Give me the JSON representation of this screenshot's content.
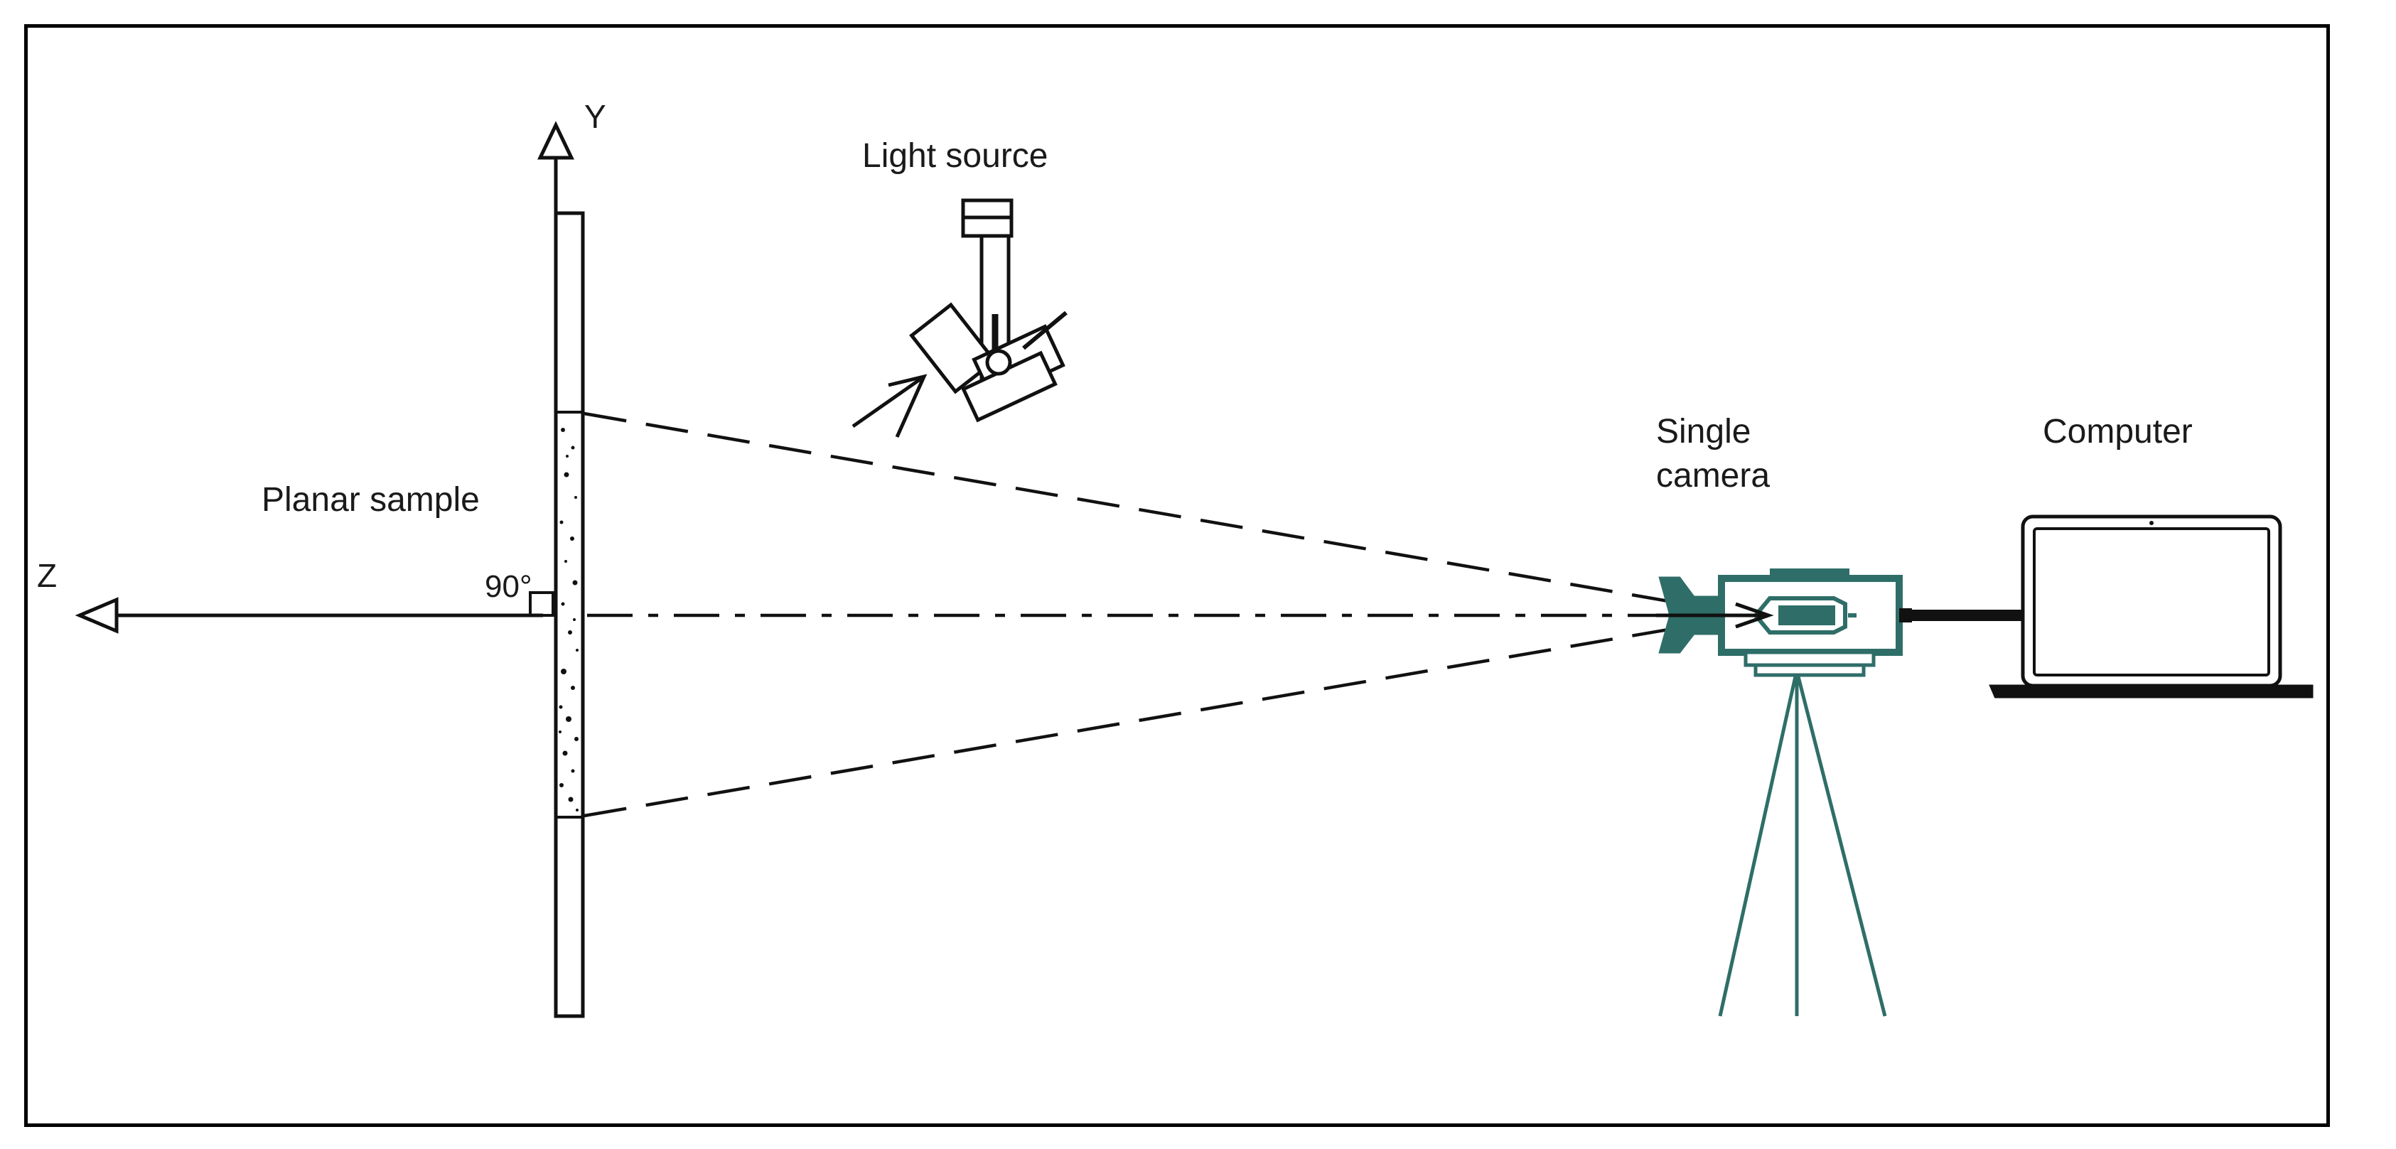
{
  "labels": {
    "y_axis": "Y",
    "z_axis": "Z",
    "angle": "90°",
    "light_source": "Light source",
    "planar_sample": "Planar sample",
    "camera_line1": "Single",
    "camera_line2": "camera",
    "computer": "Computer"
  },
  "colors": {
    "line": "#111111",
    "camera": "#2f6e68",
    "frame": "#000000"
  },
  "icons": [
    "light-source-icon",
    "camera-icon",
    "tripod-icon",
    "laptop-icon"
  ]
}
